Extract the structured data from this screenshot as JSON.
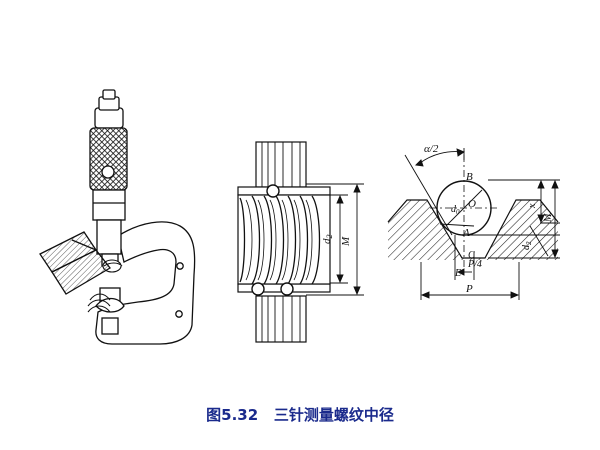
{
  "caption": {
    "number": "图5.32",
    "text": "三针测量螺纹中径",
    "color": "#1a2a8c"
  },
  "middle_labels": {
    "d2": "d",
    "d2_sub": "2",
    "M": "M"
  },
  "right_labels": {
    "alpha_half": "α/2",
    "B": "B",
    "O": "O",
    "A": "A",
    "d0": "d",
    "d0_sub": "0",
    "C": "C",
    "E": "E",
    "P4": "P/4",
    "P": "P",
    "x": "x",
    "M": "M",
    "d2": "d",
    "d2_sub": "2"
  },
  "colors": {
    "line": "#111111",
    "hatch": "#222222",
    "fill": "#ffffff"
  }
}
